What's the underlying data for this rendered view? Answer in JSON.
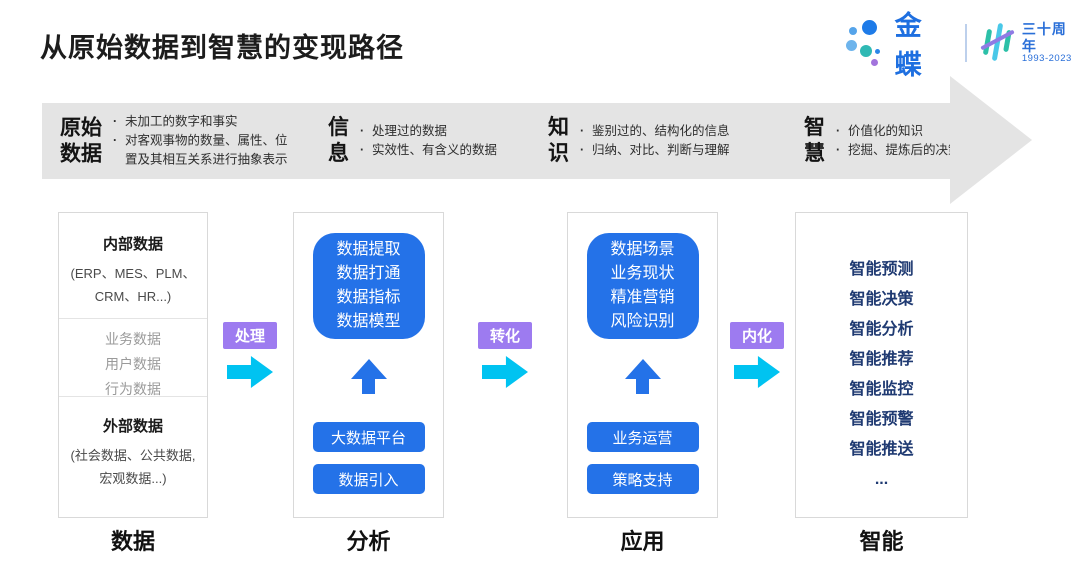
{
  "title": "从原始数据到智慧的变现路径",
  "logo": {
    "brand": "金蝶",
    "anniversary": "三十周年",
    "years": "1993-2023",
    "colors": {
      "brand_blue": "#1e6fe0",
      "teal": "#2cc0a8",
      "cyan": "#49c8e8",
      "purple": "#8f7be4"
    }
  },
  "band": {
    "stages": [
      {
        "title": "原始\n数据",
        "bullets": [
          "未加工的数字和事实",
          "对客观事物的数量、属性、位置及其相互关系进行抽象表示"
        ]
      },
      {
        "title": "信\n息",
        "bullets": [
          "处理过的数据",
          "实效性、有含义的数据"
        ]
      },
      {
        "title": "知\n识",
        "bullets": [
          "鉴别过的、结构化的信息",
          "归纳、对比、判断与理解"
        ]
      },
      {
        "title": "智\n慧",
        "bullets": [
          "价值化的知识",
          "挖掘、提炼后的决策能力"
        ]
      }
    ]
  },
  "connectors": [
    {
      "label": "处理"
    },
    {
      "label": "转化"
    },
    {
      "label": "内化"
    }
  ],
  "columns": {
    "data": {
      "internal_title": "内部数据",
      "internal_sub": "(ERP、MES、PLM、\nCRM、HR...)",
      "middle_items": [
        "业务数据",
        "用户数据",
        "行为数据"
      ],
      "external_title": "外部数据",
      "external_sub": "(社会数据、公共数据,\n宏观数据...)",
      "footer": "数据"
    },
    "analysis": {
      "card_lines": "数据提取\n数据打通\n数据指标\n数据模型",
      "buttons": [
        "大数据平台",
        "数据引入"
      ],
      "footer": "分析"
    },
    "application": {
      "card_lines": "数据场景\n业务现状\n精准营销\n风险识别",
      "buttons": [
        "业务运营",
        "策略支持"
      ],
      "footer": "应用"
    },
    "intelligence": {
      "items": [
        "智能预测",
        "智能决策",
        "智能分析",
        "智能推荐",
        "智能监控",
        "智能预警",
        "智能推送",
        "..."
      ],
      "footer": "智能"
    }
  },
  "colors": {
    "accent_blue": "#2472e8",
    "label_purple": "#9d7bf0",
    "arrow_cyan": "#00c3f1",
    "navy_text": "#1f3a72",
    "band_gray": "#e4e4e4"
  }
}
